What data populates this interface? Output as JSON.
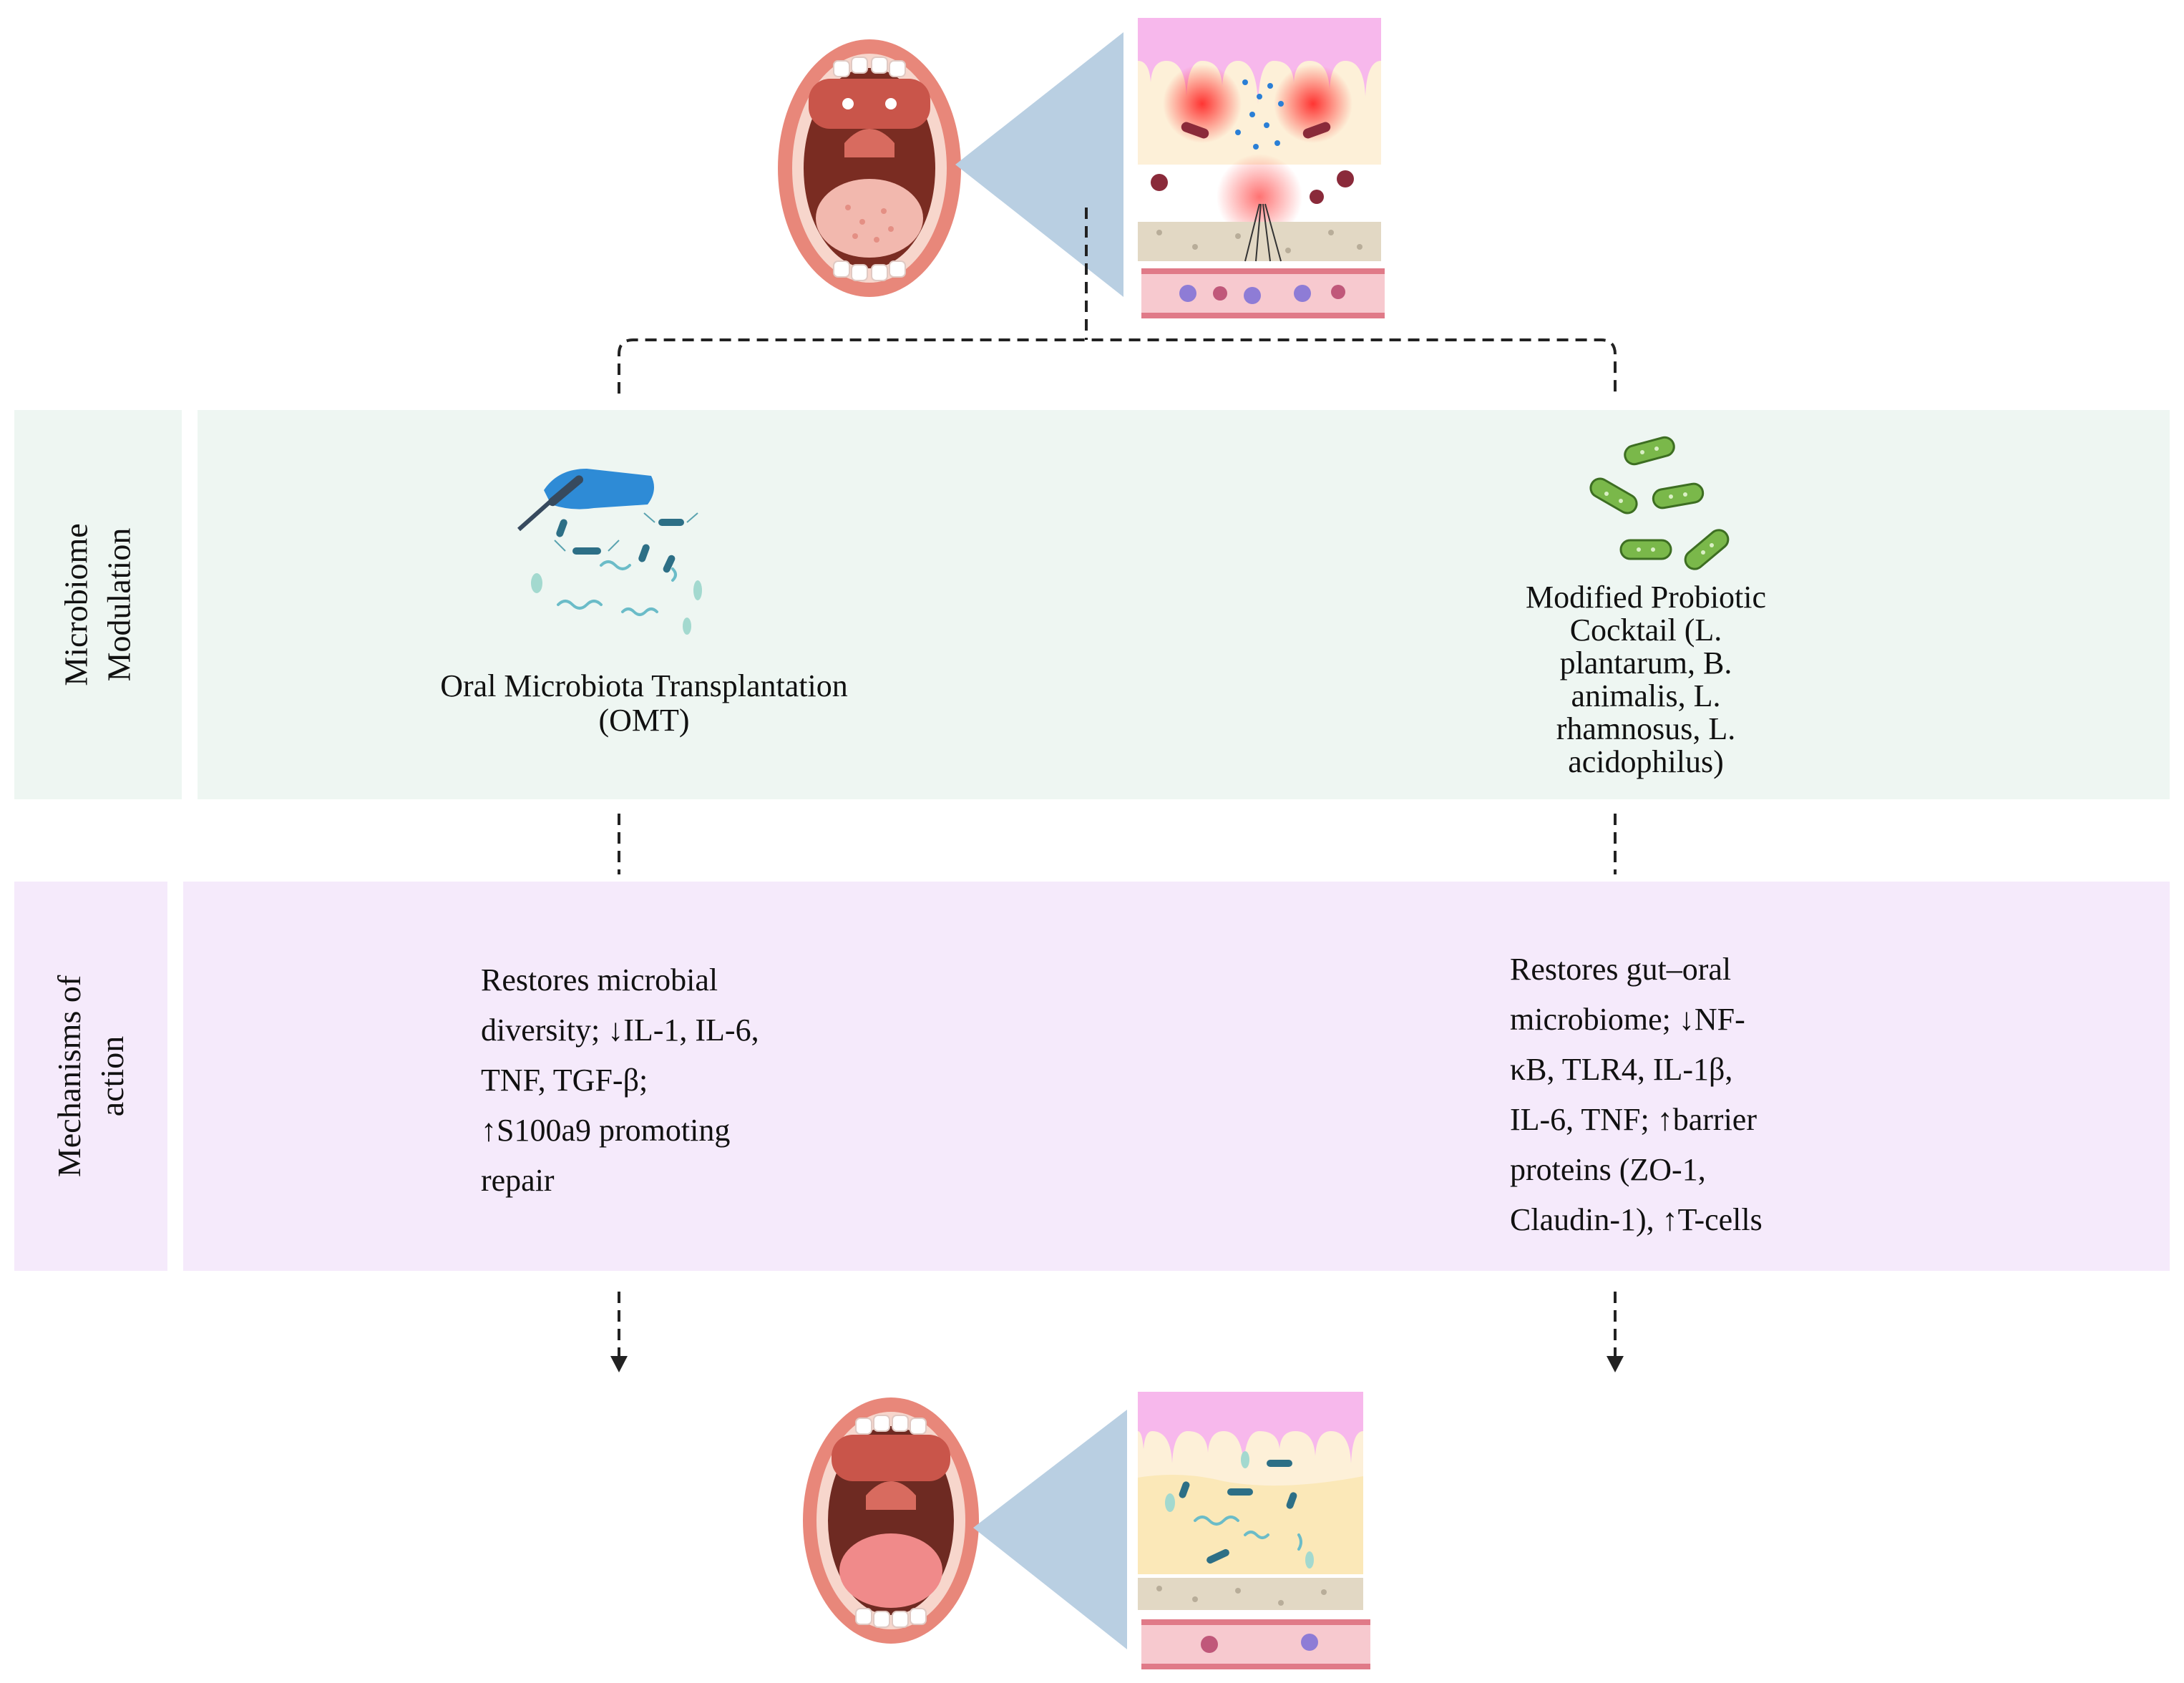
{
  "colors": {
    "modulation_band": "#eef6f2",
    "mechanisms_band": "#f5eafb",
    "connector": "#222222",
    "zoom_triangle": "#b9cfe2"
  },
  "rows": {
    "modulation": {
      "label_line1": "Microbiome",
      "label_line2": "Modulation"
    },
    "mechanisms": {
      "label_line1": "Mechanisms of",
      "label_line2": "action"
    }
  },
  "interventions": {
    "omt": {
      "icon": "scalpel-hand-microbes-icon",
      "title_line1": "Oral Microbiota Transplantation",
      "title_line2": "(OMT)"
    },
    "probiotic": {
      "icon": "probiotic-bacteria-icon",
      "title_lines": [
        "Modified Probiotic",
        "Cocktail (L.",
        "plantarum, B.",
        "animalis, L.",
        "rhamnosus, L.",
        "acidophilus)"
      ]
    }
  },
  "mechanisms": {
    "omt": {
      "lines": [
        "Restores microbial",
        "diversity; ↓IL-1, IL-6,",
        "TNF, TGF-β;",
        "↑S100a9 promoting",
        "repair"
      ]
    },
    "probiotic": {
      "lines": [
        "Restores gut–oral",
        "microbiome; ↓NF-",
        "κB, TLR4, IL-1β,",
        "IL-6, TNF; ↑barrier",
        "proteins (ZO-1,",
        "Claudin-1), ↑T-cells"
      ]
    }
  },
  "illustrations": {
    "top": {
      "mouth_icon": "inflamed-mouth-icon",
      "tissue_icon": "inflamed-mucosa-icon"
    },
    "bottom": {
      "mouth_icon": "healthy-mouth-icon",
      "tissue_icon": "healthy-mucosa-icon"
    }
  }
}
